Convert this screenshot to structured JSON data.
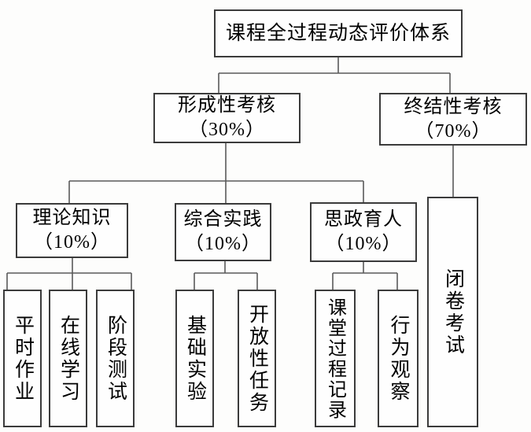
{
  "diagram": {
    "title": "课程全过程动态评价体系",
    "colors": {
      "border": "#3b3b3b",
      "connector": "#5a5a5a",
      "background": "#fdfdfc",
      "text": "#000000"
    },
    "nodes": {
      "root": {
        "label": "课程全过程动态评价体系"
      },
      "formative": {
        "label": "形成性考核",
        "weight": "（30%）"
      },
      "summative": {
        "label": "终结性考核",
        "weight": "（70%）"
      },
      "theory": {
        "label": "理论知识",
        "weight": "（10%）"
      },
      "practice": {
        "label": "综合实践",
        "weight": "（10%）"
      },
      "ideology": {
        "label": "思政育人",
        "weight": "（10%）"
      },
      "closed_exam": {
        "label": "闭卷考试"
      },
      "homework": {
        "label": "平时作业"
      },
      "online_learning": {
        "label": "在线学习"
      },
      "stage_test": {
        "label": "阶段测试"
      },
      "basic_experiment": {
        "label": "基础实验"
      },
      "open_task": {
        "label": "开放性任务"
      },
      "class_process_record": {
        "label": "课堂过程记录"
      },
      "behavior_observation": {
        "label": "行为观察"
      }
    }
  }
}
